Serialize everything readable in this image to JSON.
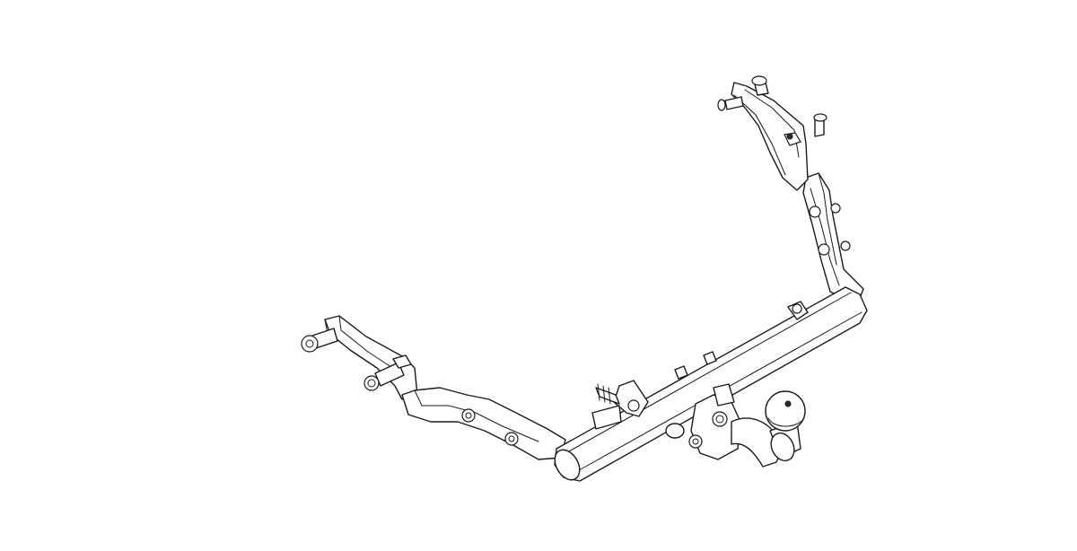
{
  "image": {
    "background": "#ffffff",
    "line_color": "#1a1a1a"
  },
  "parts": [
    "left-mounting-bracket",
    "left-side-arm",
    "cross-beam",
    "right-side-arm",
    "right-mounting-bracket",
    "tow-ball-neck",
    "tow-ball",
    "electrical-socket-bracket"
  ]
}
